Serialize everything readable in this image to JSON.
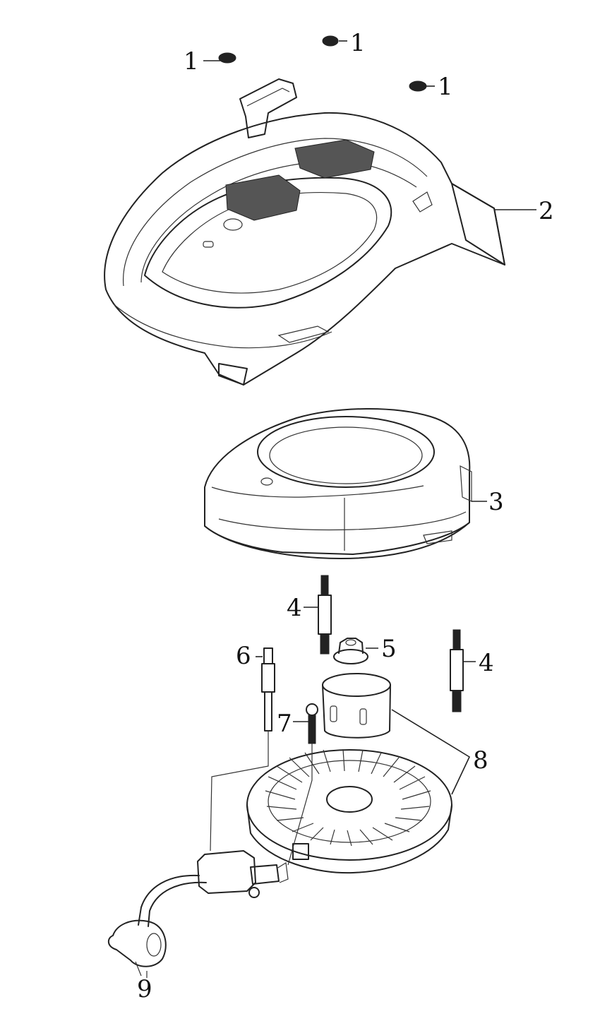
{
  "callouts": {
    "c1a": "1",
    "c1b": "1",
    "c1c": "1",
    "c2": "2",
    "c3": "3",
    "c4a": "4",
    "c4b": "4",
    "c5": "5",
    "c6": "6",
    "c7": "7",
    "c8": "8",
    "c9": "9"
  }
}
